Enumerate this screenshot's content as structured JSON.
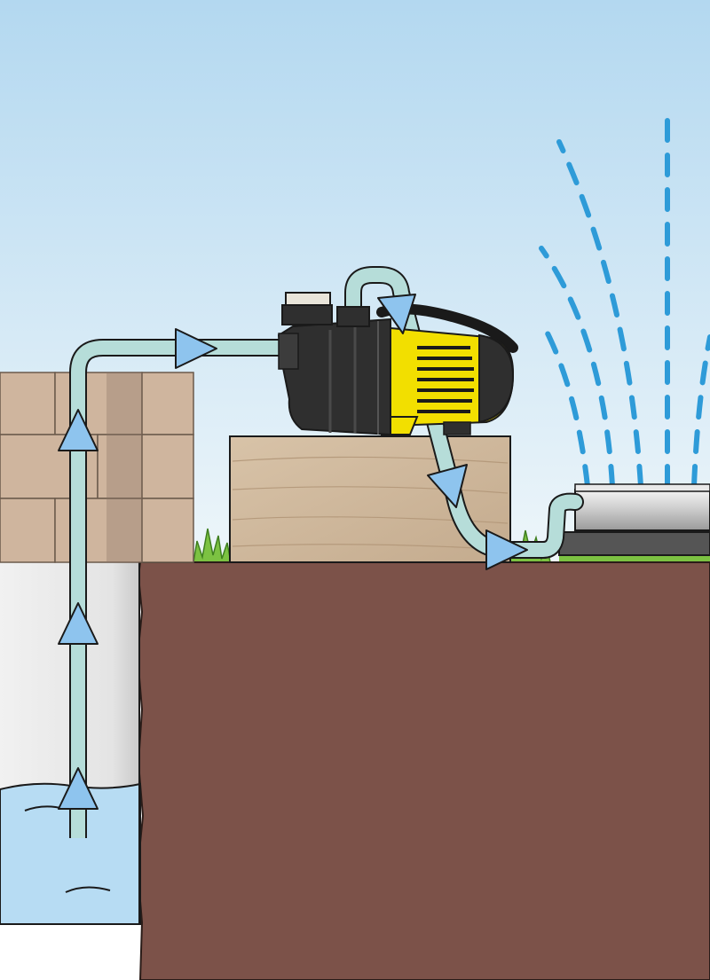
{
  "scene": {
    "description_visible_text": "",
    "components": [
      "sky",
      "well",
      "water",
      "brick-wall",
      "suction-pipe",
      "pump",
      "wooden-base",
      "discharge-hose",
      "sprinkler",
      "water-spray",
      "ground",
      "grass"
    ],
    "flow_arrows": [
      {
        "name": "flow-arrow-well-bottom",
        "direction": "up"
      },
      {
        "name": "flow-arrow-well-middle",
        "direction": "up"
      },
      {
        "name": "flow-arrow-well-top",
        "direction": "up"
      },
      {
        "name": "flow-arrow-to-pump",
        "direction": "right"
      },
      {
        "name": "flow-arrow-pump-outlet",
        "direction": "up-left"
      },
      {
        "name": "flow-arrow-hose-middle",
        "direction": "down"
      },
      {
        "name": "flow-arrow-to-sprinkler",
        "direction": "right"
      }
    ]
  },
  "colors": {
    "sky_top": "#b3d8f0",
    "sky_bottom": "#eef6fa",
    "soil": "#7c5249",
    "well_shaft": "#e6e6e6",
    "water": "#b7dcf3",
    "brick": "#cfb59e",
    "wood": "#cdb69b",
    "pipe": "#b6ddd9",
    "arrow": "#8ec4ee",
    "pump_body": "#2f2f2f",
    "pump_motor": "#f2df00",
    "grass": "#7cc242",
    "spray": "#2e9bd8",
    "sprinkler_tube": "#d7d7d7",
    "outline": "#1a1a1a"
  }
}
